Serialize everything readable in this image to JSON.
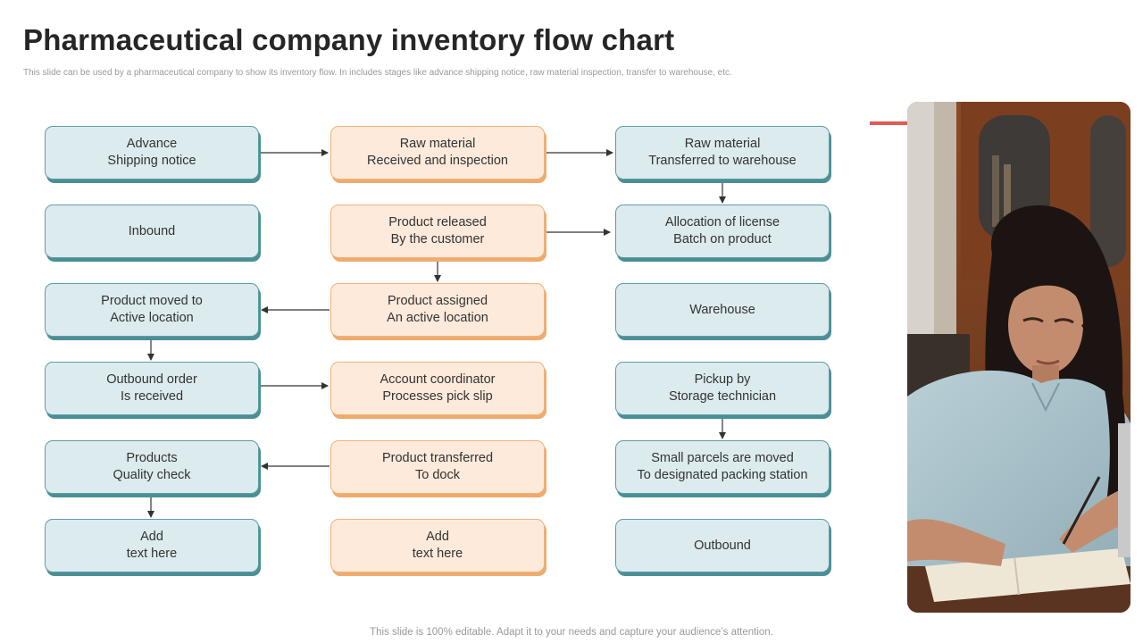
{
  "title": "Pharmaceutical company inventory flow chart",
  "subtitle": "This slide can be used by a pharmaceutical company  to  show its inventory flow. In includes stages like advance shipping notice, raw material inspection, transfer to warehouse, etc.",
  "footer": "This slide is 100% editable. Adapt it to your needs and capture your audience’s attention.",
  "colors": {
    "blue_fill": "#dcebee",
    "blue_border": "#4a8f96",
    "orange_fill": "#fdeadb",
    "orange_border": "#efab6e",
    "accent_line": "#e05a55"
  },
  "nodes": {
    "advance_shipping": {
      "line1": "Advance",
      "line2": "Shipping notice"
    },
    "raw_received": {
      "line1": "Raw material",
      "line2": "Received and inspection"
    },
    "raw_transferred": {
      "line1": "Raw material",
      "line2": "Transferred to warehouse"
    },
    "inbound": {
      "line1": "Inbound"
    },
    "product_released": {
      "line1": "Product released",
      "line2": "By the customer"
    },
    "allocation": {
      "line1": "Allocation of license",
      "line2": "Batch on product"
    },
    "product_moved": {
      "line1": "Product moved to",
      "line2": "Active location"
    },
    "product_assigned": {
      "line1": "Product assigned",
      "line2": "An active location"
    },
    "warehouse": {
      "line1": "Warehouse"
    },
    "outbound_order": {
      "line1": "Outbound order",
      "line2": "Is received"
    },
    "account_coordinator": {
      "line1": "Account coordinator",
      "line2": "Processes  pick slip"
    },
    "pickup": {
      "line1": "Pickup by",
      "line2": "Storage technician"
    },
    "quality_check": {
      "line1": "Products",
      "line2": "Quality check"
    },
    "product_transferred": {
      "line1": "Product transferred",
      "line2": "To dock"
    },
    "small_parcels": {
      "line1": "Small parcels are moved",
      "line2": "To designated packing station"
    },
    "add_text_1": {
      "line1": "Add",
      "line2": "text here"
    },
    "add_text_2": {
      "line1": "Add",
      "line2": "text here"
    },
    "outbound": {
      "line1": "Outbound"
    }
  },
  "image": {
    "description_icon": "woman-writing-photo"
  }
}
